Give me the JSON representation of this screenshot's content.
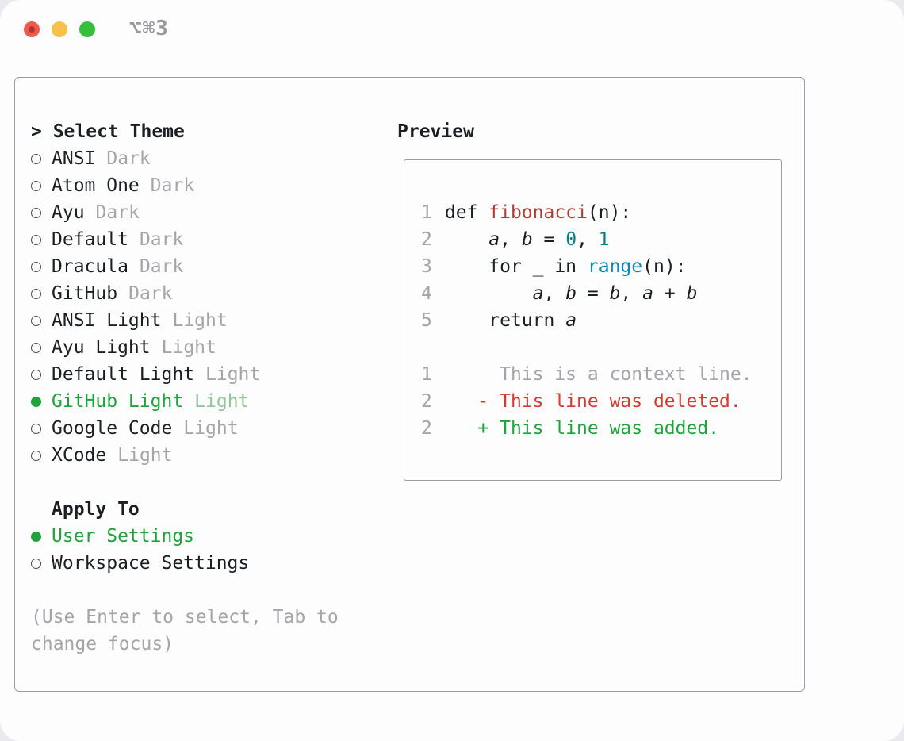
{
  "window": {
    "title": "⌥⌘3"
  },
  "colors": {
    "accent_green": "#1fa33c",
    "selected_variant_green": "#8fc79b",
    "muted_gray": "#a5a5a9",
    "text_dark": "#1b1f23",
    "function_red": "#b23c35",
    "deleted_red": "#d6392e",
    "added_green": "#1fa33c",
    "number_teal": "#00828c",
    "builtin_blue": "#0b87c0",
    "border_gray": "#9b9ba1"
  },
  "theme_panel": {
    "title": "> Select Theme",
    "themes": [
      {
        "name": "ANSI",
        "variant": "Dark",
        "selected": false
      },
      {
        "name": "Atom One",
        "variant": "Dark",
        "selected": false
      },
      {
        "name": "Ayu",
        "variant": "Dark",
        "selected": false
      },
      {
        "name": "Default",
        "variant": "Dark",
        "selected": false
      },
      {
        "name": "Dracula",
        "variant": "Dark",
        "selected": false
      },
      {
        "name": "GitHub",
        "variant": "Dark",
        "selected": false
      },
      {
        "name": "ANSI Light",
        "variant": "Light",
        "selected": false
      },
      {
        "name": "Ayu Light",
        "variant": "Light",
        "selected": false
      },
      {
        "name": "Default Light",
        "variant": "Light",
        "selected": false
      },
      {
        "name": "GitHub Light",
        "variant": "Light",
        "selected": true
      },
      {
        "name": "Google Code",
        "variant": "Light",
        "selected": false
      },
      {
        "name": "XCode",
        "variant": "Light",
        "selected": false
      }
    ],
    "apply_to": {
      "title": "Apply To",
      "options": [
        {
          "label": "User Settings",
          "selected": true
        },
        {
          "label": "Workspace Settings",
          "selected": false
        }
      ]
    },
    "hint": "(Use Enter to select, Tab to change focus)"
  },
  "preview": {
    "title": "Preview",
    "lines": [
      {
        "num": "1",
        "tokens": [
          {
            "text": "def "
          },
          {
            "text": "fibonacci",
            "color": "#b23c35"
          },
          {
            "text": "(n):"
          }
        ]
      },
      {
        "num": "2",
        "tokens": [
          {
            "text": "    "
          },
          {
            "text": "a",
            "italic": true
          },
          {
            "text": ", "
          },
          {
            "text": "b",
            "italic": true
          },
          {
            "text": " = "
          },
          {
            "text": "0",
            "color": "#00828c"
          },
          {
            "text": ", "
          },
          {
            "text": "1",
            "color": "#00828c"
          }
        ]
      },
      {
        "num": "3",
        "tokens": [
          {
            "text": "    for _ in "
          },
          {
            "text": "range",
            "color": "#0b87c0"
          },
          {
            "text": "(n):"
          }
        ]
      },
      {
        "num": "4",
        "tokens": [
          {
            "text": "        "
          },
          {
            "text": "a",
            "italic": true
          },
          {
            "text": ", "
          },
          {
            "text": "b",
            "italic": true
          },
          {
            "text": " = "
          },
          {
            "text": "b",
            "italic": true
          },
          {
            "text": ", "
          },
          {
            "text": "a",
            "italic": true
          },
          {
            "text": " + "
          },
          {
            "text": "b",
            "italic": true
          }
        ]
      },
      {
        "num": "5",
        "tokens": [
          {
            "text": "    return "
          },
          {
            "text": "a",
            "italic": true
          }
        ]
      },
      {
        "blank": true
      },
      {
        "num": "1",
        "tokens": [
          {
            "text": "     This is a context line.",
            "color": "#a5a5a9"
          }
        ]
      },
      {
        "num": "2",
        "tokens": [
          {
            "text": "   - This line was deleted.",
            "color": "#d6392e"
          }
        ]
      },
      {
        "num": "2",
        "tokens": [
          {
            "text": "   + This line was added.",
            "color": "#1fa33c"
          }
        ]
      }
    ]
  }
}
